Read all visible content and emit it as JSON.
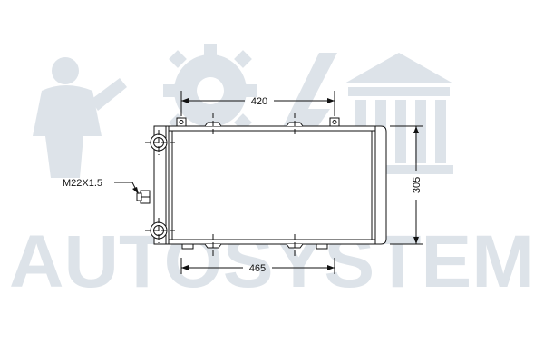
{
  "watermark": {
    "text": "AUTOSYSTEM",
    "color": "#dde3e9",
    "icons": [
      "person-icon",
      "gear-icon",
      "lightning-icon",
      "building-icon"
    ]
  },
  "drawing": {
    "subject": "radiator",
    "line_color": "#111111",
    "dimensions": {
      "top_width": "420",
      "bottom_width": "465",
      "height": "305"
    },
    "thread_label": "M22X1.5"
  }
}
